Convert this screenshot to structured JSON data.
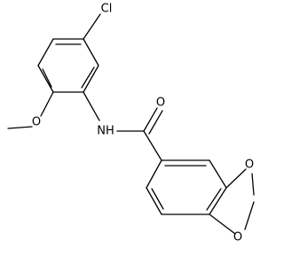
{
  "molecule": {
    "atom_labels": {
      "chlorine": "Cl",
      "carbonyl_oxygen": "O",
      "amide_nh": "NH",
      "methoxy_oxygen": "O",
      "dioxole_oxygen_top": "O",
      "dioxole_oxygen_bottom": "O"
    }
  }
}
